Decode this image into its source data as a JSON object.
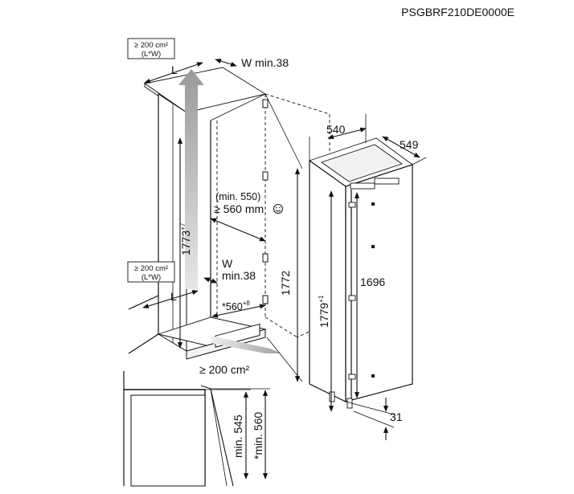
{
  "model_code": "PSGBRF210DE0000E",
  "vent_top": {
    "line1": "≥ 200 cm²",
    "line2": "(L*W)"
  },
  "vent_mid": {
    "line1": "≥ 200 cm²",
    "line2": "(L*W)"
  },
  "label_L_top": "L",
  "label_w_top": "W min.38",
  "label_L_bottom": "L",
  "label_w_bottom_1": "W",
  "label_w_bottom_2": "min.38",
  "dim_1773": "1773",
  "dim_1773_sup": "+7",
  "dim_min550": "(min. 550)",
  "dim_560mm": "≥ 560 mm",
  "dim_560_width": "*560",
  "dim_560_width_sup": "+8",
  "dim_1772": "1772",
  "dim_540": "540",
  "dim_549": "549",
  "dim_1779": "1779",
  "dim_1779_sup": "+1",
  "dim_1696": "1696",
  "dim_31": "31",
  "vent_bottom": "≥ 200 cm²",
  "dim_min545": "min. 545",
  "dim_min560": "*min. 560"
}
